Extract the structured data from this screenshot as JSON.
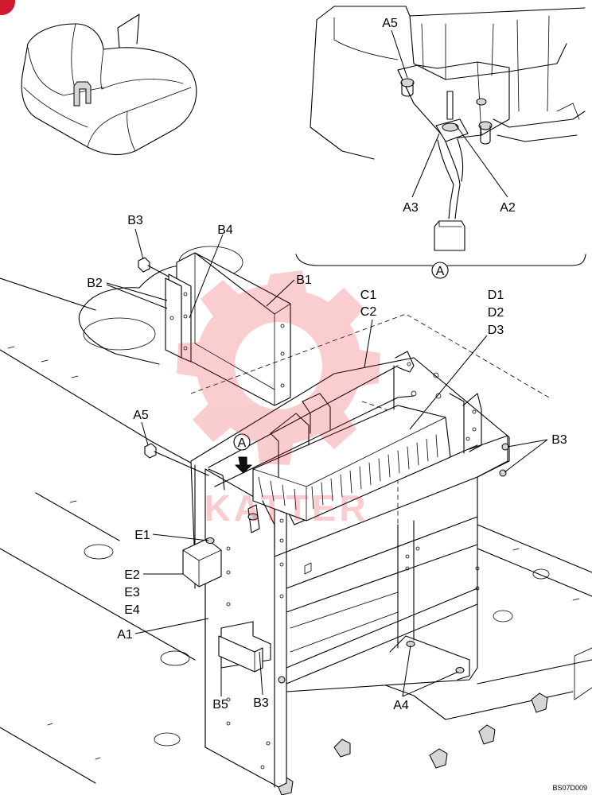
{
  "badge": {
    "color": "#d0182e"
  },
  "watermark": {
    "text": "KATTER",
    "color": "#e8202a"
  },
  "detail_view": {
    "marker": "A"
  },
  "main_view": {
    "marker": "A"
  },
  "callouts": {
    "a5_detail": "A5",
    "a3": "A3",
    "a2": "A2",
    "b3_top": "B3",
    "b4": "B4",
    "b2": "B2",
    "b1": "B1",
    "c1": "C1",
    "c2": "C2",
    "d1": "D1",
    "d2": "D2",
    "d3": "D3",
    "a5_main": "A5",
    "b3_right": "B3",
    "e1": "E1",
    "e2": "E2",
    "e3": "E3",
    "e4": "E4",
    "a1": "A1",
    "b5": "B5",
    "b3_bottom": "B3",
    "a4": "A4"
  },
  "drawing_code": "BS07D009"
}
